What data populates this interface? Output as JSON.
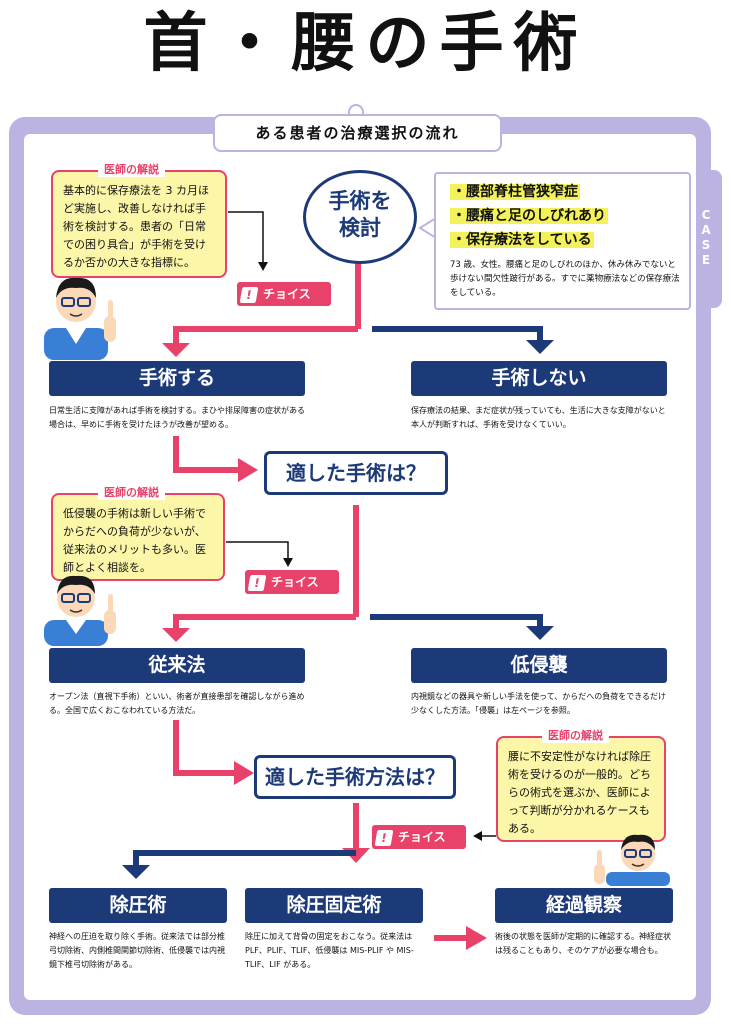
{
  "title": "首・腰の手術",
  "subtitle": "ある患者の治療選択の流れ",
  "case_label": "CASE",
  "start_node": "手術を\n検討",
  "patient": {
    "bullets": [
      "・腰部脊柱管狭窄症",
      "・腰痛と足のしびれあり",
      "・保存療法をしている"
    ],
    "text": "73 歳、女性。腰痛と足のしびれのほか、休み休みでないと歩けない間欠性跛行がある。すでに薬物療法などの保存療法をしている。"
  },
  "doctor_notes": [
    {
      "tag": "医師の解説",
      "text": "基本的に保存療法を 3 カ月ほど実施し、改善しなければ手術を検討する。患者の「日常での困り具合」が手術を受けるか否かの大きな指標に。"
    },
    {
      "tag": "医師の解説",
      "text": "低侵襲の手術は新しい手術でからだへの負荷が少ないが、従来法のメリットも多い。医師とよく相談を。"
    },
    {
      "tag": "医師の解説",
      "text": "腰に不安定性がなければ除圧術を受けるのが一般的。どちらの術式を選ぶか、医師によって判断が分かれるケースもある。"
    }
  ],
  "choice_label": "チョイス",
  "choice_icon": "!",
  "step1": {
    "yes": {
      "label": "手術する",
      "desc": "日常生活に支障があれば手術を検討する。まひや排尿障害の症状がある場合は、早めに手術を受けたほうが改善が望める。"
    },
    "no": {
      "label": "手術しない",
      "desc": "保存療法の結果、まだ症状が残っていても、生活に大きな支障がないと本人が判断すれば、手術を受けなくていい。"
    }
  },
  "question1": "適した手術は？",
  "step2": {
    "conventional": {
      "label": "従来法",
      "desc": "オープン法（直視下手術）といい、術者が直接患部を確認しながら進める。全国で広くおこなわれている方法だ。"
    },
    "minimal": {
      "label": "低侵襲",
      "desc": "内視鏡などの器具や新しい手法を使って、からだへの負荷をできるだけ少なくした方法。「侵襲」は左ページを参照。"
    }
  },
  "question2": "適した手術方法は？",
  "step3": {
    "decompression": {
      "label": "除圧術",
      "desc": "神経への圧迫を取り除く手術。従来法では部分椎弓切除術、内側椎間関節切除術、低侵襲では内視鏡下椎弓切除術がある。"
    },
    "fusion": {
      "label": "除圧固定術",
      "desc": "除圧に加えて背骨の固定をおこなう。従来法は PLF、PLIF、TLIF、低侵襲は MIS-PLIF や MIS-TLIF、LIF がある。"
    },
    "observation": {
      "label": "経過観察",
      "desc": "術後の状態を医師が定期的に確認する。神経症状は残ることもあり、そのケアが必要な場合も。"
    }
  },
  "colors": {
    "navy": "#1d3a78",
    "pink": "#e8416a",
    "frame": "#bcb3e2",
    "note_bg": "#fbf6a8"
  }
}
